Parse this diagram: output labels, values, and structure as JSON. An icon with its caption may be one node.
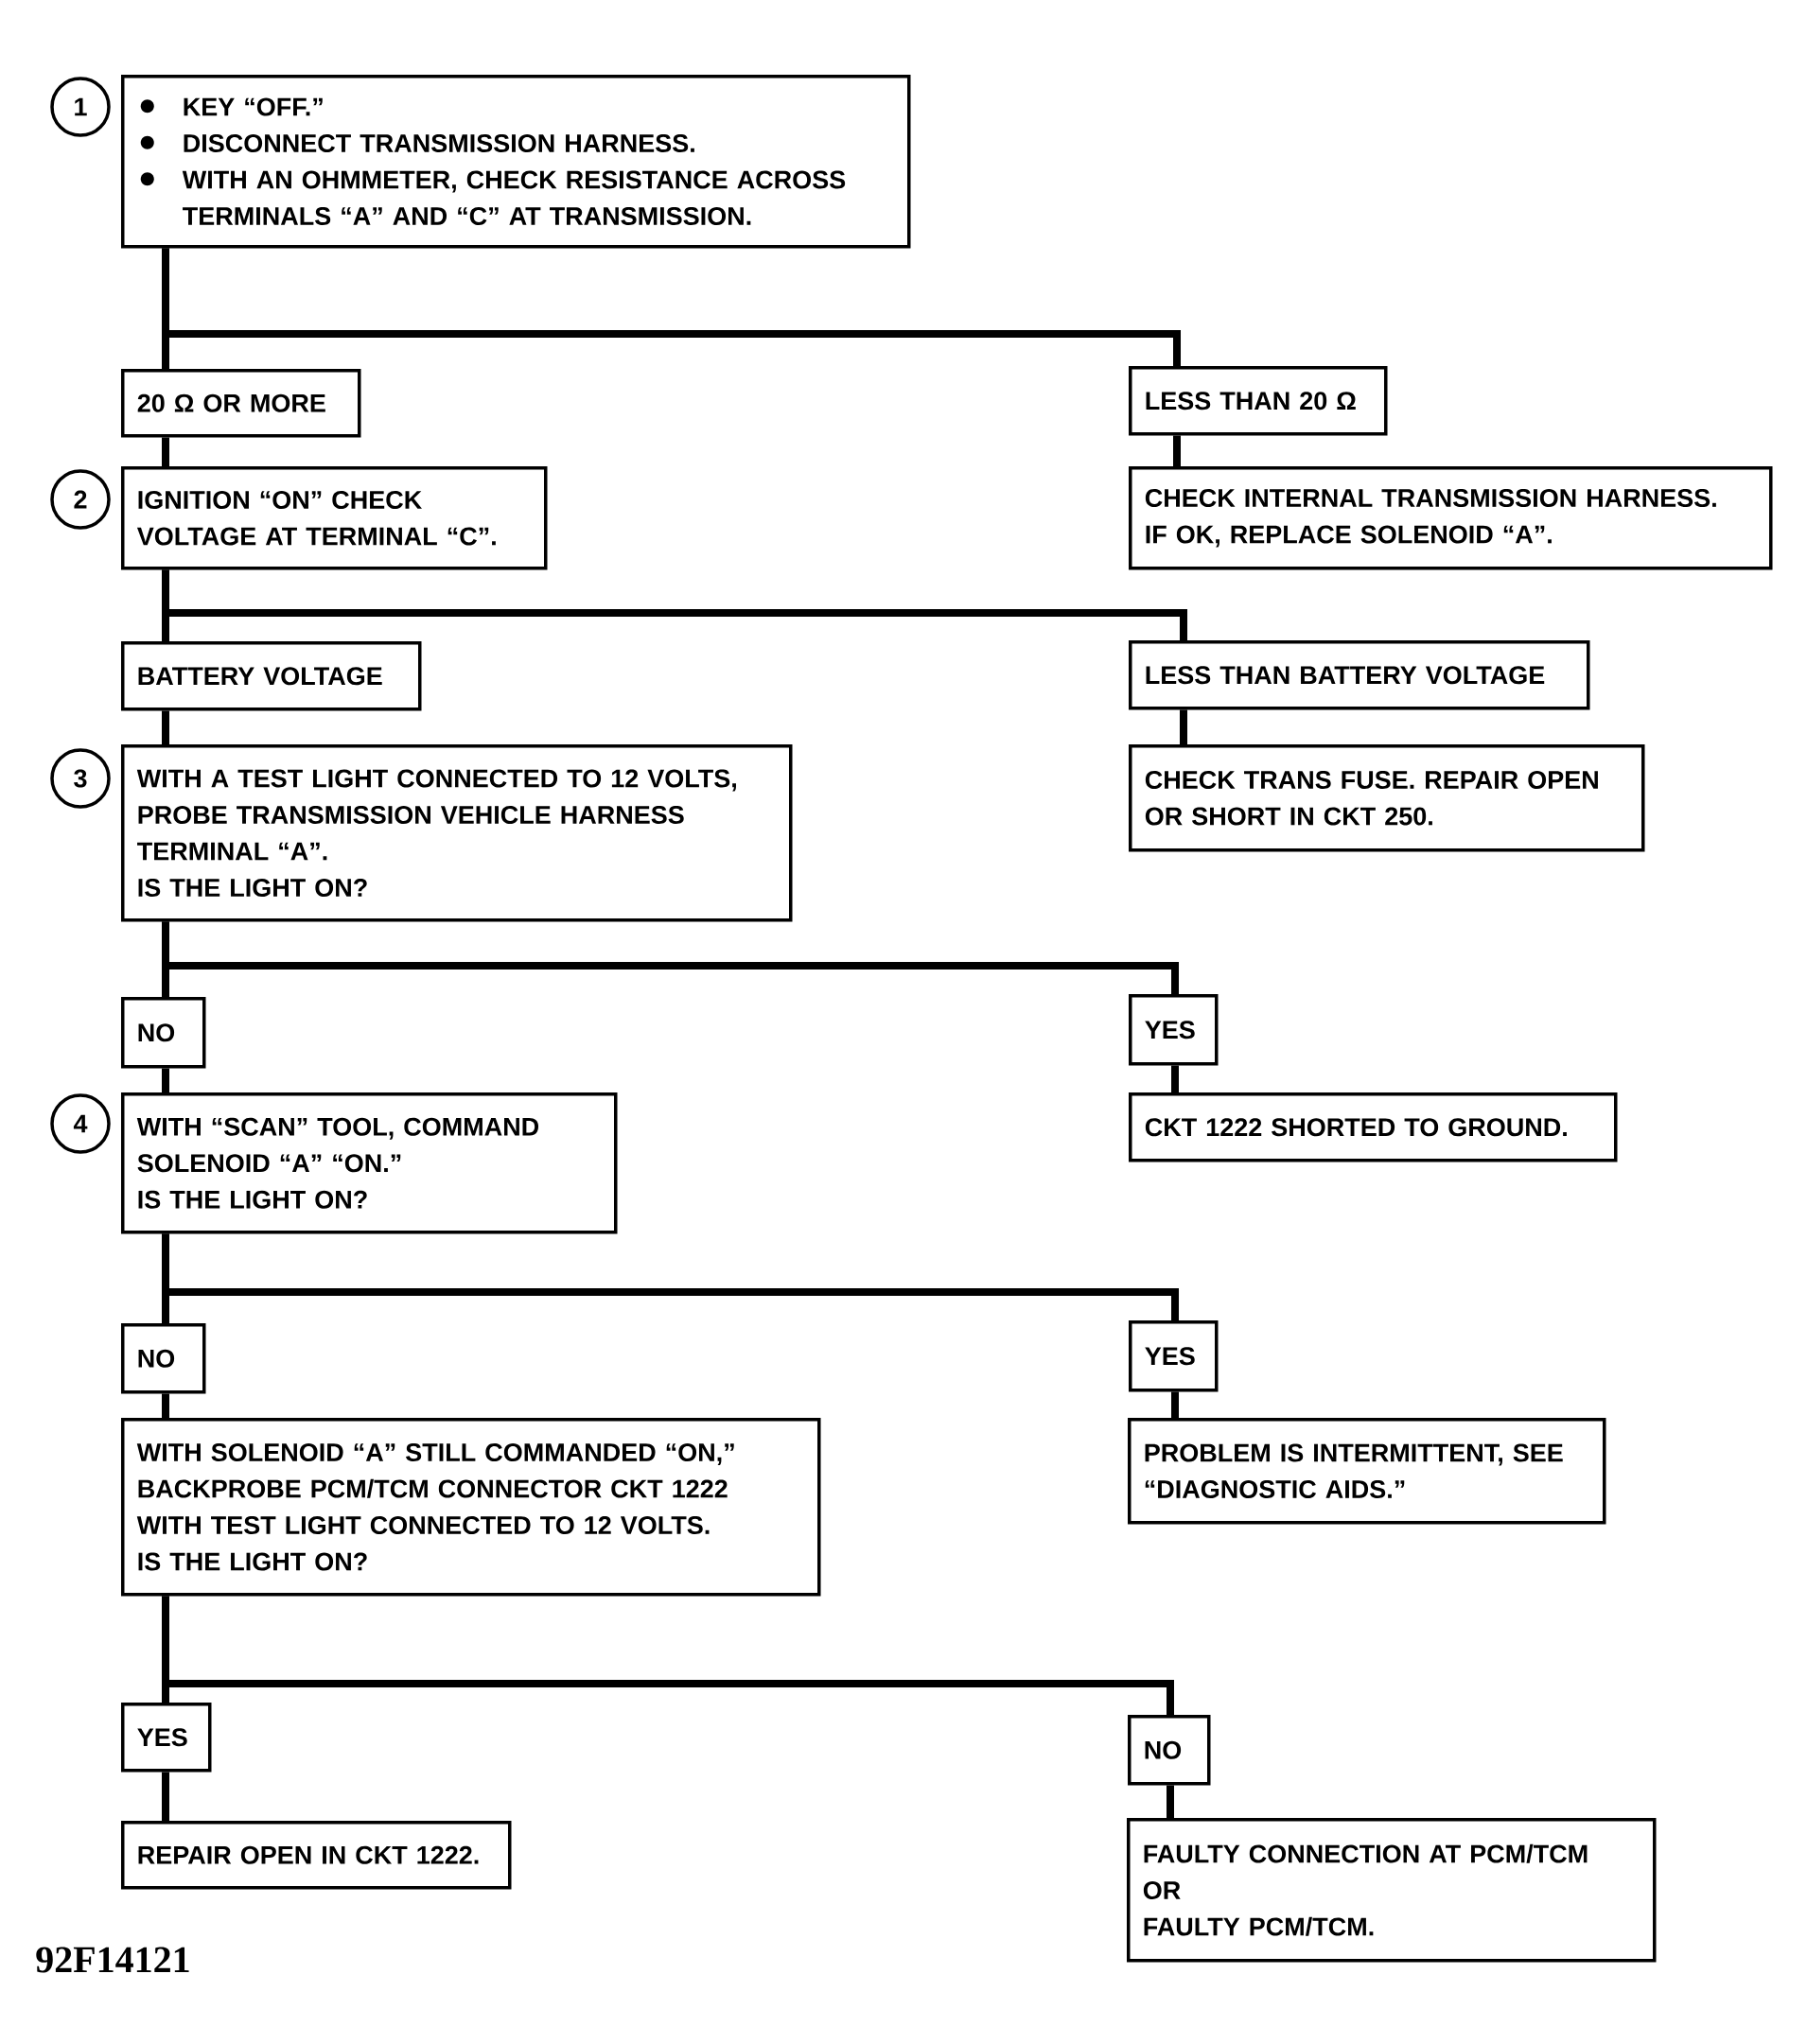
{
  "diagram": {
    "nodes": [
      {
        "text": [
          "1"
        ]
      },
      {
        "text": [
          "KEY “OFF.”",
          "DISCONNECT TRANSMISSION HARNESS.",
          "WITH AN OHMMETER, CHECK RESISTANCE ACROSS TERMINALS “A” AND “C” AT TRANSMISSION."
        ]
      },
      {
        "text": [
          "20 Ω OR MORE"
        ]
      },
      {
        "text": [
          "LESS THAN 20 Ω"
        ]
      },
      {
        "text": [
          "2"
        ]
      },
      {
        "text": [
          "IGNITION “ON” CHECK VOLTAGE AT TERMINAL “C”."
        ]
      },
      {
        "text": [
          "CHECK INTERNAL TRANSMISSION HARNESS. IF OK, REPLACE SOLENOID “A”."
        ]
      },
      {
        "text": [
          "BATTERY VOLTAGE"
        ]
      },
      {
        "text": [
          "LESS THAN BATTERY VOLTAGE"
        ]
      },
      {
        "text": [
          "3"
        ]
      },
      {
        "text": [
          "WITH A TEST LIGHT CONNECTED TO 12 VOLTS, PROBE TRANSMISSION VEHICLE HARNESS TERMINAL “A”.",
          "IS THE LIGHT ON?"
        ]
      },
      {
        "text": [
          "CHECK TRANS FUSE. REPAIR OPEN OR SHORT IN CKT 250."
        ]
      },
      {
        "text": [
          "NO"
        ]
      },
      {
        "text": [
          "YES"
        ]
      },
      {
        "text": [
          "4"
        ]
      },
      {
        "text": [
          "WITH “SCAN” TOOL, COMMAND SOLENOID “A” “ON.”",
          "IS THE LIGHT ON?"
        ]
      },
      {
        "text": [
          "CKT 1222 SHORTED TO GROUND."
        ]
      },
      {
        "text": [
          "NO"
        ]
      },
      {
        "text": [
          "YES"
        ]
      },
      {
        "text": [
          "WITH SOLENOID “A” STILL COMMANDED “ON,” BACKPROBE PCM/TCM CONNECTOR CKT 1222 WITH TEST LIGHT CONNECTED TO 12 VOLTS.",
          "IS THE LIGHT ON?"
        ]
      },
      {
        "text": [
          "PROBLEM IS INTERMITTENT, SEE “DIAGNOSTIC AIDS.”"
        ]
      },
      {
        "text": [
          "YES"
        ]
      },
      {
        "text": [
          "NO"
        ]
      },
      {
        "text": [
          "REPAIR OPEN IN CKT 1222."
        ]
      },
      {
        "text": [
          "FAULTY CONNECTION AT PCM/TCM",
          "OR",
          "FAULTY PCM/TCM."
        ]
      }
    ],
    "edges": [
      {
        "from": 1,
        "to": 2,
        "arrow": "none"
      },
      {
        "from": 1,
        "to": 3,
        "arrow": "none"
      },
      {
        "from": 2,
        "to": 5,
        "arrow": "none"
      },
      {
        "from": 3,
        "to": 6,
        "arrow": "none"
      },
      {
        "from": 5,
        "to": 7,
        "arrow": "none"
      },
      {
        "from": 5,
        "to": 8,
        "arrow": "none"
      },
      {
        "from": 7,
        "to": 10,
        "arrow": "none"
      },
      {
        "from": 8,
        "to": 11,
        "arrow": "none"
      },
      {
        "from": 10,
        "to": 12,
        "arrow": "none"
      },
      {
        "from": 10,
        "to": 13,
        "arrow": "none"
      },
      {
        "from": 12,
        "to": 15,
        "arrow": "none"
      },
      {
        "from": 13,
        "to": 16,
        "arrow": "none"
      },
      {
        "from": 15,
        "to": 17,
        "arrow": "none"
      },
      {
        "from": 15,
        "to": 18,
        "arrow": "none"
      },
      {
        "from": 17,
        "to": 19,
        "arrow": "none"
      },
      {
        "from": 18,
        "to": 20,
        "arrow": "none"
      },
      {
        "from": 19,
        "to": 21,
        "arrow": "none"
      },
      {
        "from": 19,
        "to": 22,
        "arrow": "none"
      },
      {
        "from": 21,
        "to": 23,
        "arrow": "none"
      },
      {
        "from": 22,
        "to": 24,
        "arrow": "none"
      }
    ],
    "labels": [
      "92F14121"
    ]
  }
}
